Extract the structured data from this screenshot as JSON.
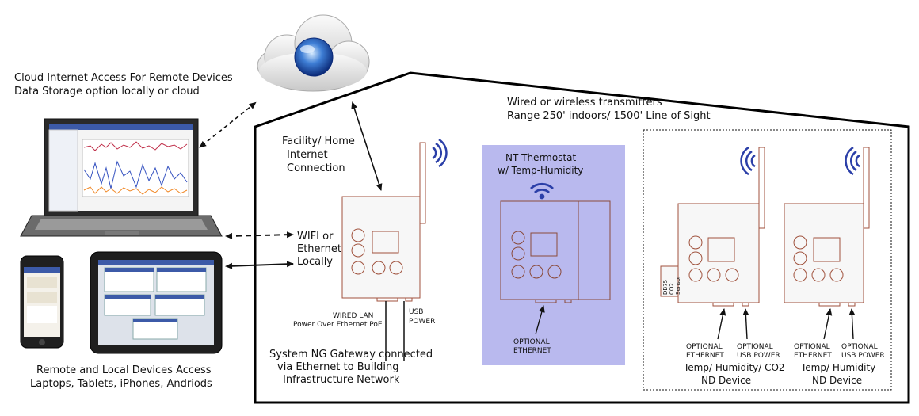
{
  "cloud_text": {
    "line1": "Cloud Internet Access For Remote Devices",
    "line2": "Data Storage option locally or cloud"
  },
  "transmitters_text": {
    "line1": "Wired or wireless transmitters",
    "line2": "Range 250' indoors/ 1500' Line of Sight"
  },
  "facility_text": {
    "line1": "Facility/ Home",
    "line2": "Internet",
    "line3": "Connection"
  },
  "wifi_text": {
    "line1": "WIFI or",
    "line2": "Ethernet",
    "line3": "Locally"
  },
  "gateway": {
    "wired_lan": "WIRED LAN",
    "poe": "Power Over Ethernet PoE",
    "usb_line1": "USB",
    "usb_line2": "POWER",
    "caption_line1": "System NG Gateway connected",
    "caption_line2": "via Ethernet to Building",
    "caption_line3": "Infrastructure Network"
  },
  "thermostat": {
    "title_line1": "NT Thermostat",
    "title_line2": "w/ Temp-Humidity",
    "optional_line1": "OPTIONAL",
    "optional_line2": "ETHERNET",
    "panel_color": "#b9b9ee"
  },
  "device_co2": {
    "sensor_line1": "DB75",
    "sensor_line2": "CO2",
    "sensor_line3": "Sensor",
    "opt_eth_line1": "OPTIONAL",
    "opt_eth_line2": "ETHERNET",
    "opt_usb_line1": "OPTIONAL",
    "opt_usb_line2": "USB POWER",
    "caption_line1": "Temp/ Humidity/ CO2",
    "caption_line2": "ND Device"
  },
  "device_th": {
    "opt_eth_line1": "OPTIONAL",
    "opt_eth_line2": "ETHERNET",
    "opt_usb_line1": "OPTIONAL",
    "opt_usb_line2": "USB POWER",
    "caption_line1": "Temp/ Humidity",
    "caption_line2": "ND Device"
  },
  "remote_text": {
    "line1": "Remote and Local Devices Access",
    "line2": "Laptops, Tablets, iPhones, Andriods"
  },
  "colors": {
    "device_stroke": "#a0523d",
    "wifi_blue": "#2b3fa8",
    "thermo_panel": "#b9b9ee"
  }
}
